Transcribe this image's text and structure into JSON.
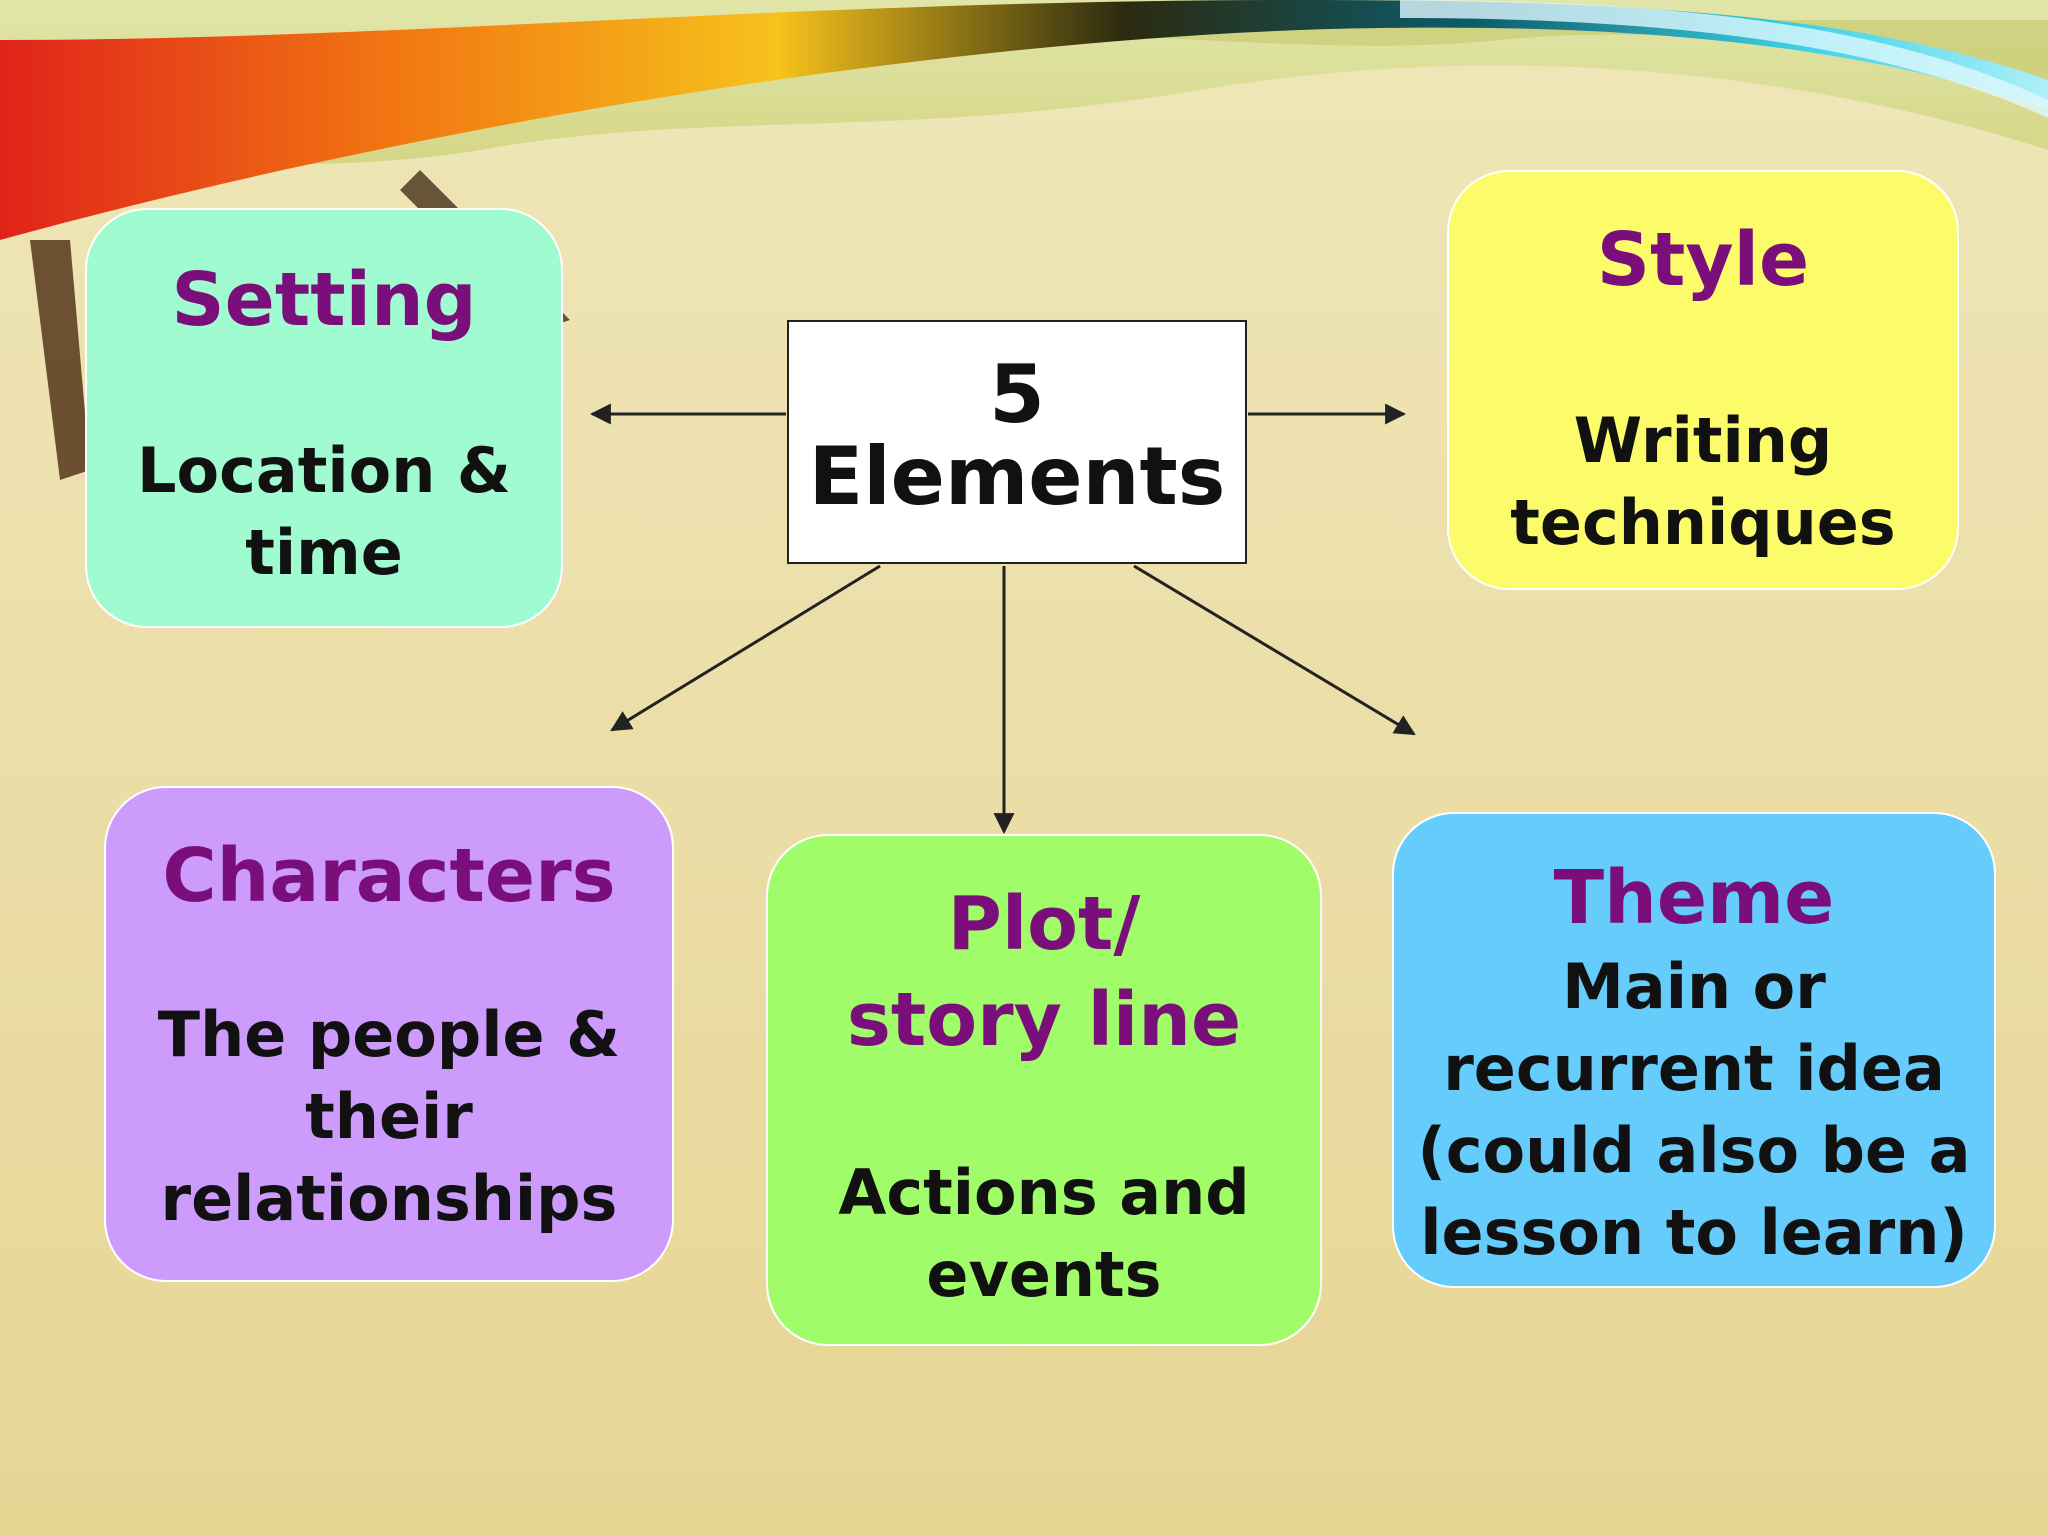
{
  "center": {
    "line1": "5",
    "line2": "Elements"
  },
  "elements": {
    "setting": {
      "title": "Setting",
      "desc_lines": [
        "Location &",
        "time"
      ]
    },
    "style": {
      "title": "Style",
      "desc_lines": [
        "Writing",
        "techniques"
      ]
    },
    "characters": {
      "title": "Characters",
      "desc_lines": [
        "The people &",
        "their",
        "relationships"
      ]
    },
    "plot": {
      "title_lines": [
        "Plot/",
        "story line"
      ],
      "desc_lines": [
        "Actions and",
        "events"
      ]
    },
    "theme": {
      "title": "Theme",
      "desc_lines": [
        "Main or",
        "recurrent idea",
        "(could also be a",
        "lesson to learn)"
      ]
    }
  },
  "colors": {
    "title_text": "#7a0f7c",
    "setting_box": "#a0fcd0",
    "style_box": "#fcfc6a",
    "characters_box": "#cc9bfc",
    "plot_box": "#a0fc68",
    "theme_box": "#66ccfc"
  }
}
